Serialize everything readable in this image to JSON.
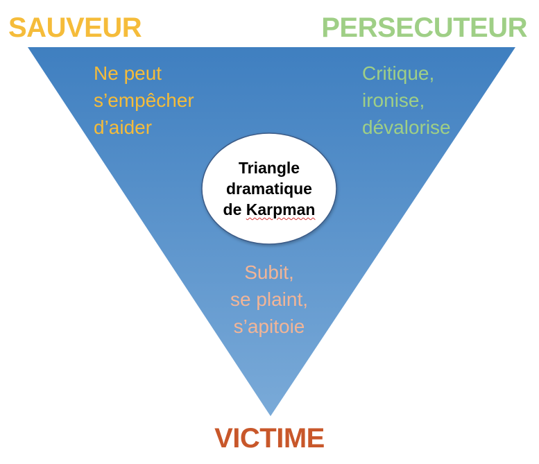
{
  "colors": {
    "sauveur": "#f5bc3a",
    "persecuteur": "#9fcf86",
    "victime": "#c8572a",
    "triangle_top": "#3f7fc0",
    "triangle_bottom": "#7aaad8",
    "circle_stroke": "#3a5a86",
    "circle_fill": "#ffffff"
  },
  "roles": {
    "sauveur": {
      "label": "SAUVEUR",
      "description": [
        "Ne peut",
        "s’empêcher",
        "d’aider"
      ]
    },
    "persecuteur": {
      "label": "PERSECUTEUR",
      "description": [
        "Critique,",
        "ironise,",
        "dévalorise"
      ]
    },
    "victime": {
      "label": "VICTIME",
      "description": [
        "Subit,",
        "se plaint,",
        "s’apitoie"
      ]
    }
  },
  "center": {
    "title_line1": "Triangle",
    "title_line2": "dramatique",
    "title_line3_prefix": "de ",
    "title_line3_word": "Karpman"
  }
}
